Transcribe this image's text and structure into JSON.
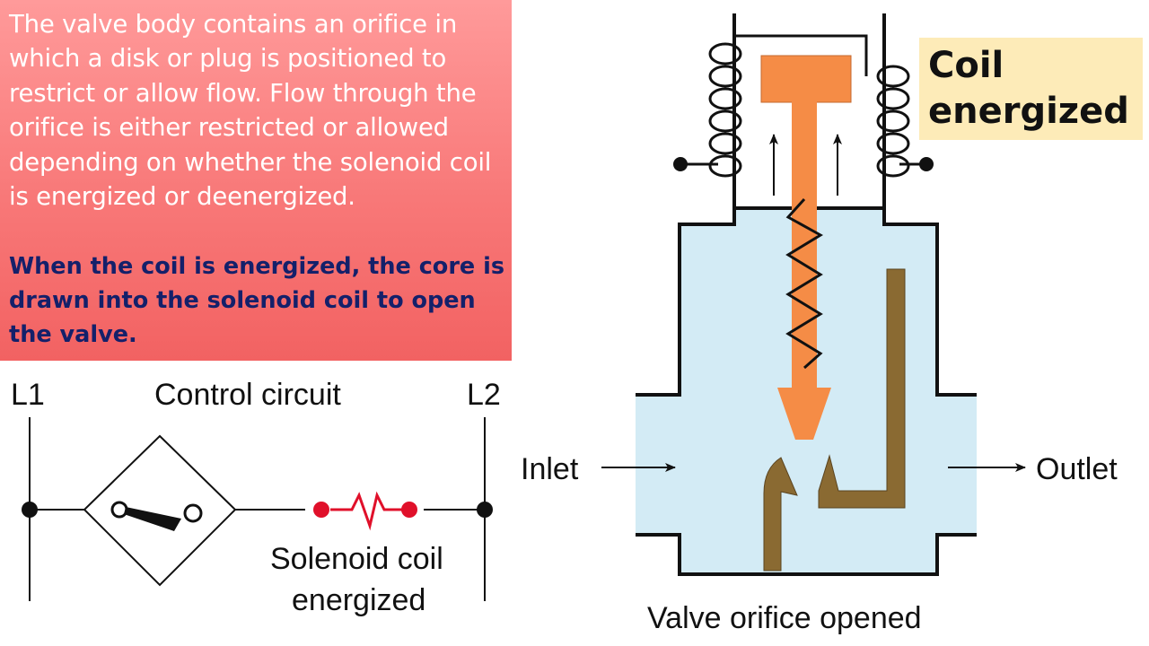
{
  "description": {
    "paragraph": "The valve body contains an orifice in which a disk or plug is positioned to restrict or allow flow. Flow through the orifice is either restricted or allowed depending on whether the solenoid coil is energized or deenergized.",
    "emphasis": "When the coil is energized, the core is drawn into the solenoid coil to open the valve."
  },
  "badge": {
    "line1": "Coil",
    "line2": "energized"
  },
  "control_circuit": {
    "title": "Control circuit",
    "left_line": "L1",
    "right_line": "L2",
    "coil_label_line1": "Solenoid coil",
    "coil_label_line2": "energized"
  },
  "valve": {
    "inlet": "Inlet",
    "outlet": "Outlet",
    "caption": "Valve orifice opened"
  },
  "colors": {
    "box_top": "#ff9a9a",
    "box_bottom": "#f26262",
    "emphasis_text": "#14206a",
    "badge_bg": "#fdebb8",
    "valve_fluid": "#d3ebf5",
    "plunger": "#f58c46",
    "seat": "#8a6a32",
    "coil_dot": "#e0102a"
  }
}
